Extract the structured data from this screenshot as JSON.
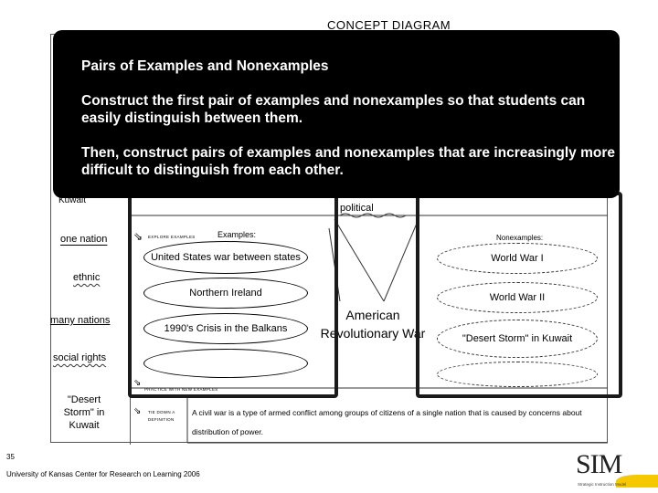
{
  "slide": {
    "title": "CONCEPT DIAGRAM"
  },
  "left_column": {
    "cutoff_word": "Kuwait",
    "items": [
      {
        "text": "one nation",
        "wavy": false
      },
      {
        "text": "ethnic",
        "wavy": true
      },
      {
        "text": "many nations",
        "wavy": false
      },
      {
        "text": "social rights",
        "wavy": true
      },
      {
        "text": "\"Desert Storm\" in Kuwait",
        "wavy": false
      }
    ]
  },
  "concept_area": {
    "political_label": "political"
  },
  "examples": {
    "explore_label": "EXPLORE EXAMPLES",
    "examples_heading": "Examples:",
    "nonexamples_heading": "Nonexamples:",
    "example_items": [
      "United States war between states",
      "Northern Ireland",
      "1990's Crisis in the Balkans",
      ""
    ],
    "nonexample_items": [
      "World War I",
      "World War II",
      "\"Desert Storm\" in Kuwait",
      ""
    ],
    "big_example": "American Revolutionary War",
    "practice_label": "PRACTICE WITH NEW EXAMPLES"
  },
  "definition": {
    "tie_label": "TIE DOWN A DEFINITION",
    "text": "A civil war is a type of armed conflict among groups of citizens of a single nation that is caused by concerns about distribution of power."
  },
  "popup": {
    "title": "Pairs of Examples and Nonexamples",
    "paragraph_1": "Construct the first pair of examples and nonexamples so that students can easily distinguish between them.",
    "paragraph_2": "Then, construct pairs of examples and nonexamples that are increasingly more difficult to distinguish from each other."
  },
  "footer": {
    "page_number": "35",
    "credit": "University of Kansas Center for Research on Learning 2006"
  },
  "logo": {
    "text": "SIM",
    "subtitle": "Strategic Instruction Model"
  },
  "colors": {
    "popup_bg": "#000000",
    "popup_text": "#ffffff",
    "logo_accent": "#f6c800"
  }
}
